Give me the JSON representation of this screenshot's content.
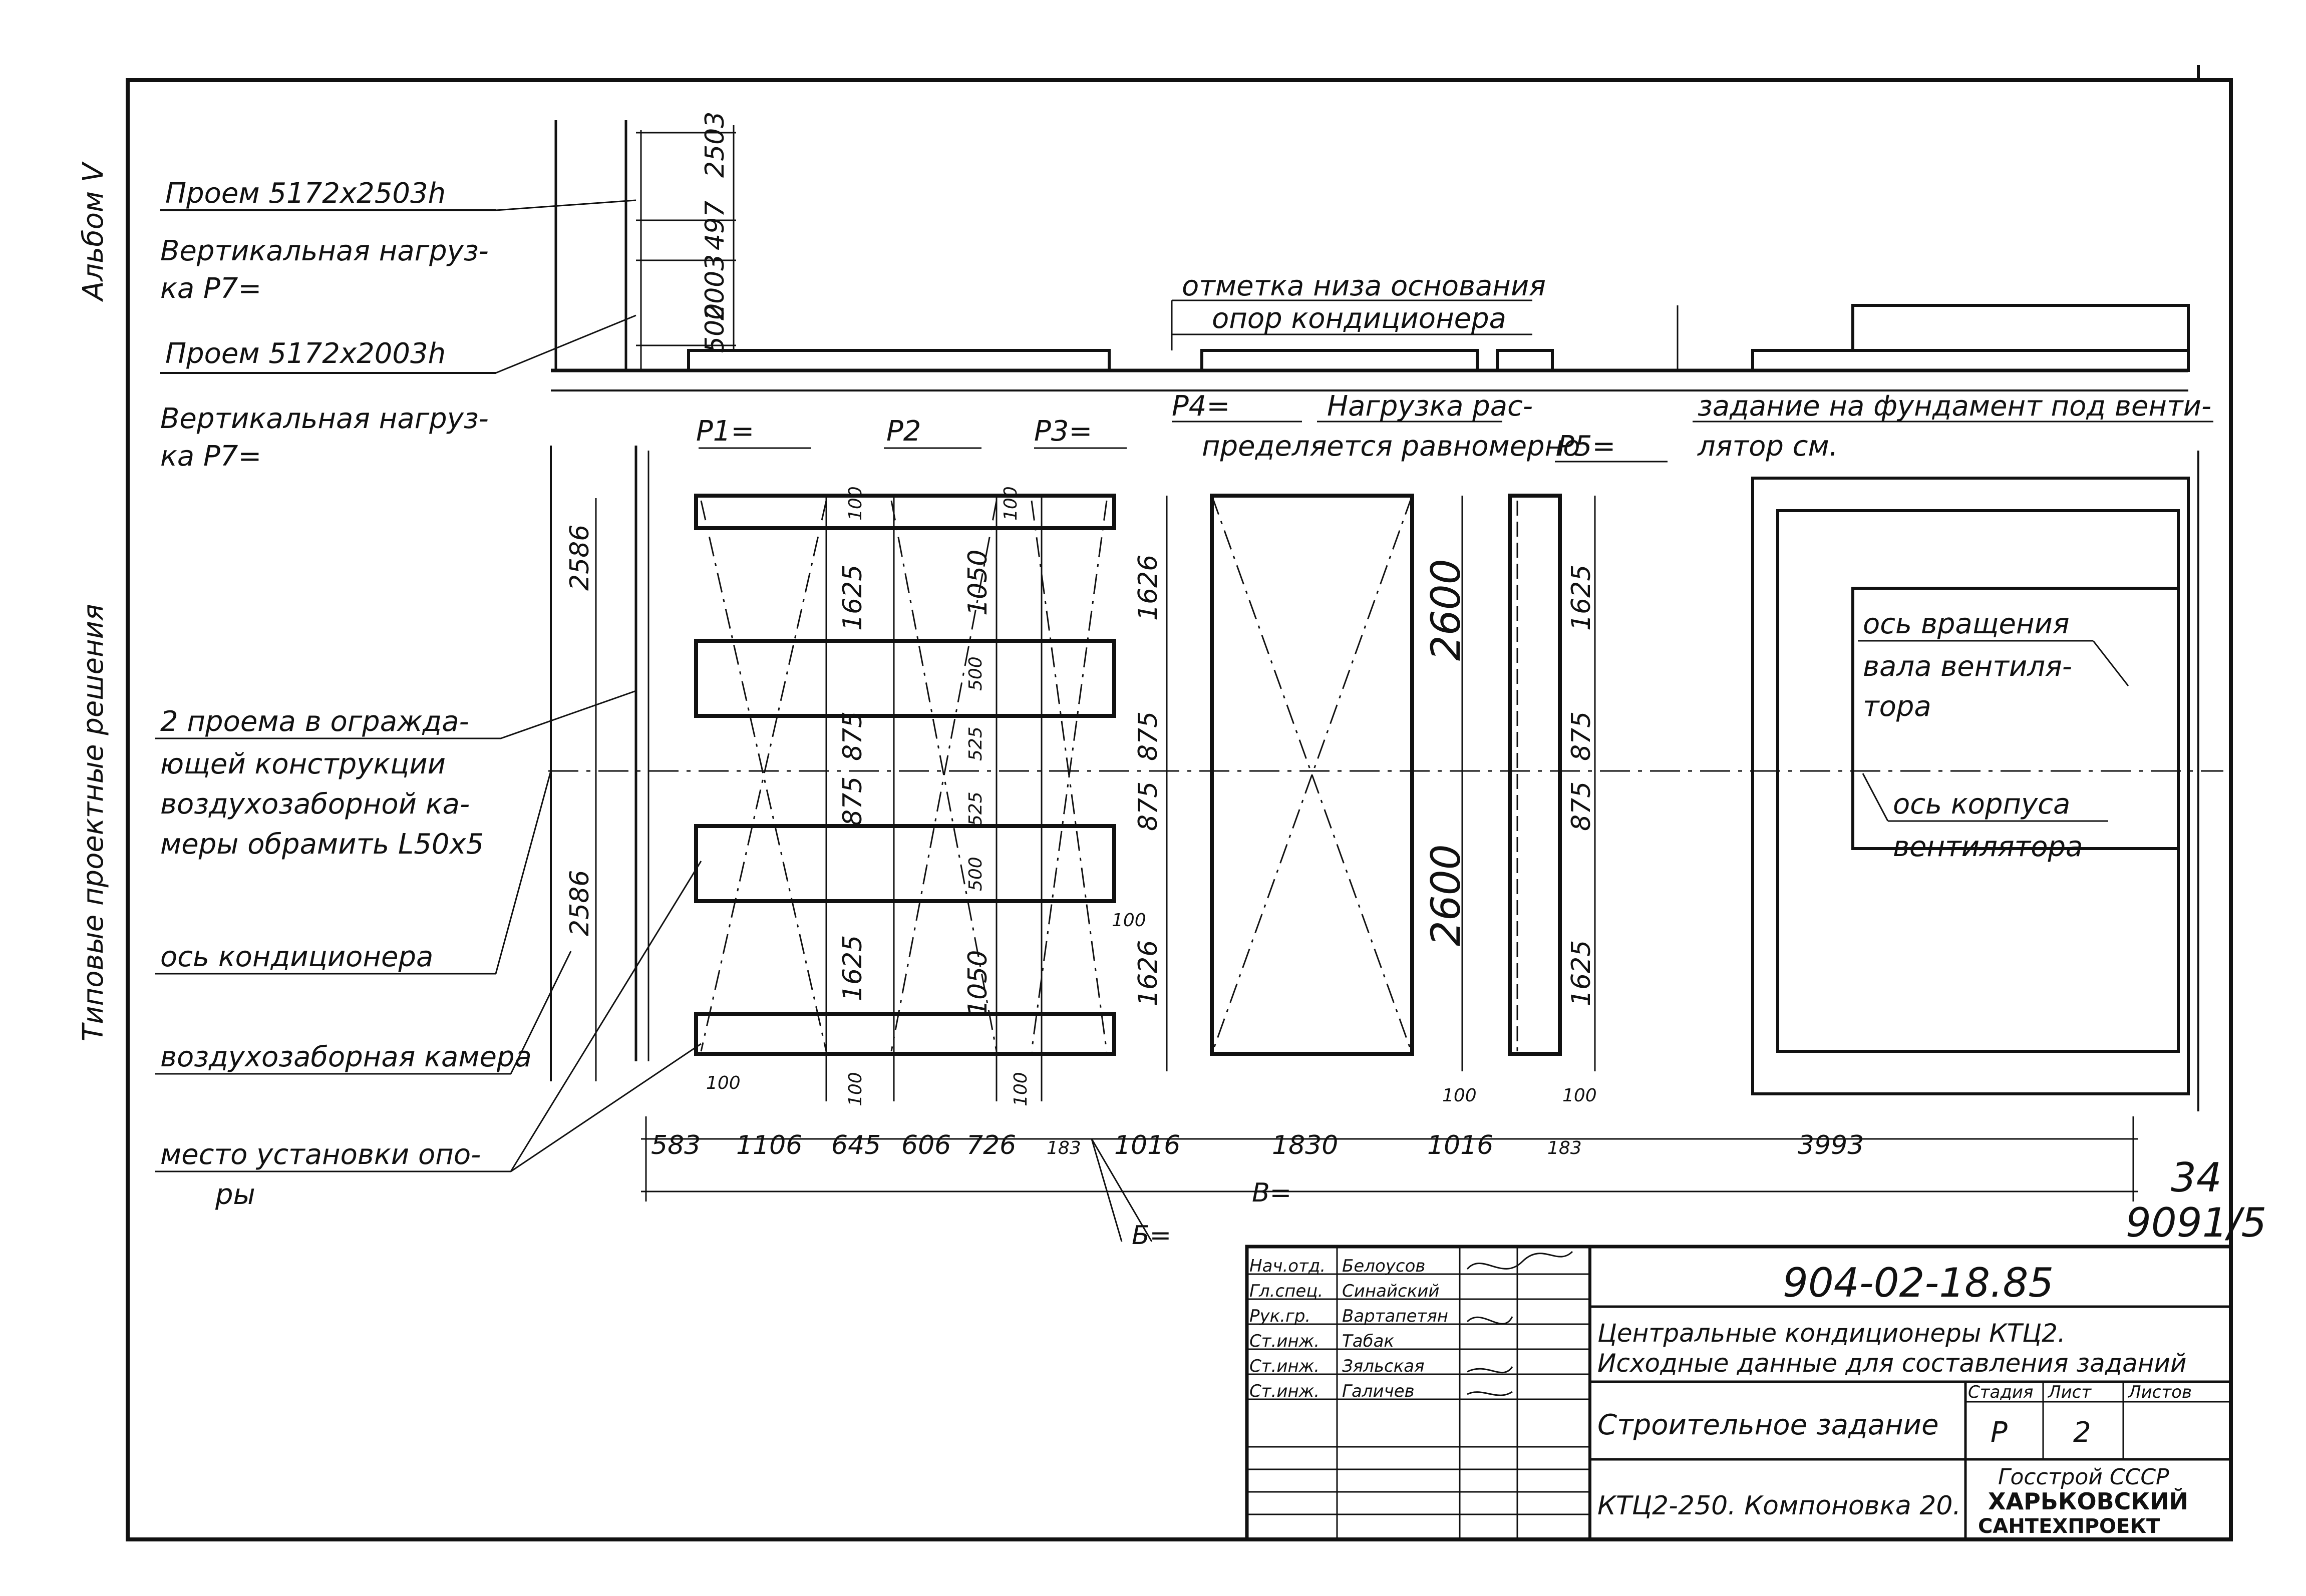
{
  "sheet_no": "34",
  "sheet_ref": "9091/5",
  "side_labels": {
    "album": "Альбом V",
    "series": "Типовые проектные решения"
  },
  "notes": {
    "opening_top": "Проем 5172х2503h",
    "vert_load_1a": "Вертикальная нагруз-",
    "vert_load_1b": "ка P7=",
    "opening_bottom": "Проем 5172х2003h",
    "vert_load_2a": "Вертикальная нагруз-",
    "vert_load_2b": "ка P7=",
    "mark_a": "отметка низа основания",
    "mark_b": "опор кондиционера",
    "load_dist_a": "Нагрузка рас-",
    "load_dist_b": "пределяется равномерно",
    "fan_task_a": "задание на фундамент под венти-",
    "fan_task_b": "лятор см.",
    "two_openings_1": "2 проема в огражда-",
    "two_openings_2": "ющей конструкции",
    "two_openings_3": "воздухозаборной ка-",
    "two_openings_4": "меры обрамить L50x5",
    "axis_conditioner": "ось кондиционера",
    "air_chamber": "воздухозаборная камера",
    "support_place_1": "место установки опо-",
    "support_place_2": "ры",
    "shaft_axis_1": "ось вращения",
    "shaft_axis_2": "вала вентиля-",
    "shaft_axis_3": "тора",
    "housing_axis_1": "ось корпуса",
    "housing_axis_2": "вентилятора"
  },
  "loads": {
    "p1": "P1=",
    "p2": "P2",
    "p3": "P3=",
    "p4": "P4=",
    "p5": "P5="
  },
  "dims": {
    "elev": [
      "2503",
      "497",
      "2003",
      "500"
    ],
    "left_vert": [
      "2586",
      "2586"
    ],
    "frame_vert": [
      "1625",
      "875",
      "875",
      "1625"
    ],
    "frame_small": [
      "100",
      "100",
      "100",
      "100"
    ],
    "mid_vert": [
      "1050",
      "500",
      "525",
      "525",
      "500",
      "1050"
    ],
    "right_frame": [
      "1626",
      "875",
      "875",
      "1626"
    ],
    "center": [
      "2600",
      "2600"
    ],
    "right_vert": [
      "1625",
      "875",
      "875",
      "1625"
    ],
    "bottom_row": [
      "583",
      "1106",
      "645",
      "606",
      "726",
      "183",
      "1016",
      "1830",
      "1016",
      "183",
      "3993"
    ],
    "bottom_100": [
      "100",
      "100",
      "100",
      "100",
      "100"
    ],
    "total": "B=",
    "b_mark": "Б="
  },
  "title_block": {
    "doc_code": "904-02-18.85",
    "title_1": "Центральные кондиционеры КТЦ2.",
    "title_2": "Исходные данные для составления заданий",
    "subtitle": "Строительное задание",
    "layout": "КТЦ2-250. Компоновка 20.",
    "org_1": "Госстрой СССР",
    "org_2": "ХАРЬКОВСКИЙ",
    "org_3": "САНТЕХПРОЕКТ",
    "stage_label": "Стадия",
    "sheet_label": "Лист",
    "sheets_label": "Листов",
    "stage_value": "Р",
    "sheet_value": "2",
    "roles": [
      {
        "role": "Нач.отд.",
        "name": "Белоусов"
      },
      {
        "role": "Гл.спец.",
        "name": "Синайский"
      },
      {
        "role": "Рук.гр.",
        "name": "Вартапетян"
      },
      {
        "role": "Ст.инж.",
        "name": "Табак"
      },
      {
        "role": "Ст.инж.",
        "name": "Зяльская"
      },
      {
        "role": "Ст.инж.",
        "name": "Галичев"
      }
    ]
  },
  "colors": {
    "ink": "#111111",
    "paper": "#ffffff"
  }
}
